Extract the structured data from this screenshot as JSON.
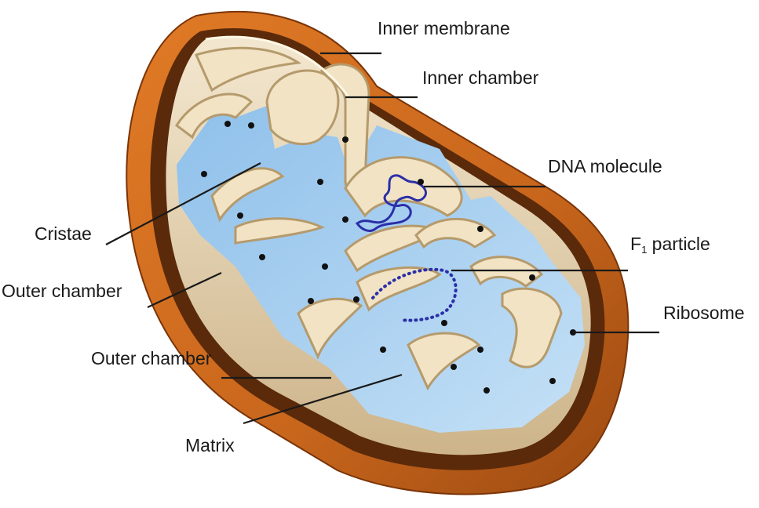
{
  "labels": {
    "inner_membrane": "Inner membrane",
    "inner_chamber": "Inner chamber",
    "dna_molecule": "DNA molecule",
    "cristae": "Cristae",
    "f1_particle_prefix": "F",
    "f1_particle_subscript": "1",
    "f1_particle_suffix": " particle",
    "outer_chamber_left": "Outer chamber",
    "ribosome": "Ribosome",
    "outer_chamber_lower": "Outer chamber",
    "matrix": "Matrix"
  },
  "colors": {
    "outer_membrane": "#c8661c",
    "outer_membrane_dark": "#8a3c0c",
    "inner_membrane": "#e8d6b4",
    "matrix": "#a9cfee",
    "ribosome_dot": "#111111",
    "dna": "#2b2fa8",
    "leader": "#1a1a1a"
  }
}
